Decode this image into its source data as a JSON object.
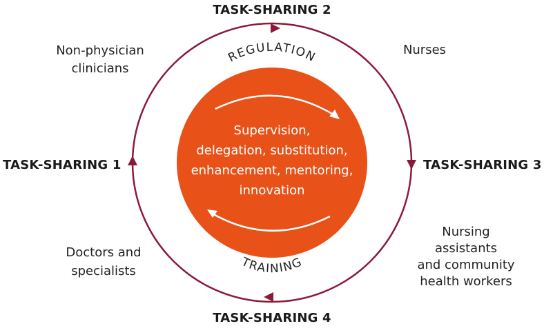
{
  "stages": {
    "top": "TASK-SHARING 2",
    "right": "TASK-SHARING 3",
    "bottom": "TASK-SHARING 4",
    "left": "TASK-SHARING 1"
  },
  "roles": {
    "top_left": [
      "Non-physician",
      "clinicians"
    ],
    "top_right": [
      "Nurses"
    ],
    "bottom_right": [
      "Nursing",
      "assistants",
      "and community",
      "health workers"
    ],
    "bottom_left": [
      "Doctors and",
      "specialists"
    ]
  },
  "center": {
    "lines": [
      "Supervision,",
      "delegation, substitution,",
      "enhancement, mentoring,",
      "innovation"
    ]
  },
  "arc_labels": {
    "top": "REGULATION",
    "bottom": "TRAINING"
  },
  "colors": {
    "cycle": "#8b1a3a",
    "center_fill": "#e85219",
    "inner_arrows": "#ffffff",
    "text": "#222222"
  },
  "icons": {
    "cycle_arrowheads": "triangle-arrowhead",
    "inner_arrows": "curved-arrow"
  }
}
